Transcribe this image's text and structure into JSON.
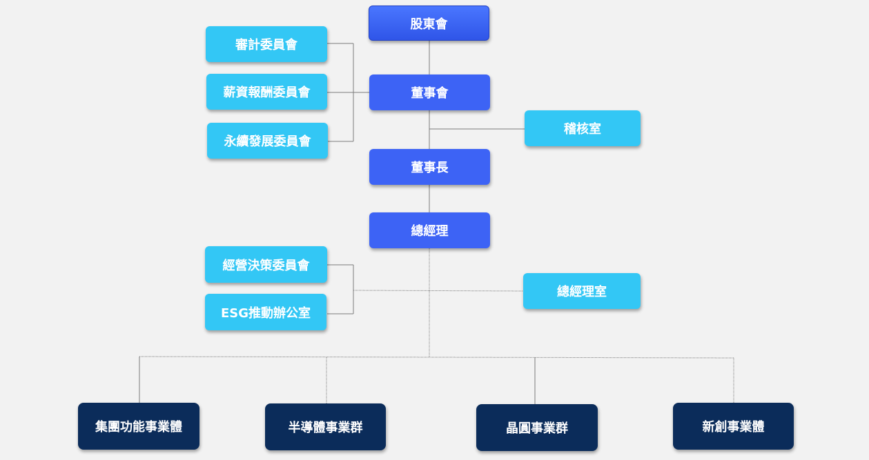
{
  "org_chart": {
    "shareholders": "股東會",
    "board": "董事會",
    "chairman": "董事長",
    "president": "總經理",
    "audit_office": "稽核室",
    "president_office": "總經理室",
    "board_committees": [
      "審計委員會",
      "薪資報酬委員會",
      "永續發展委員會"
    ],
    "management_committees": [
      "經營決策委員會",
      "ESG推動辦公室"
    ],
    "business_units": [
      "集團功能事業體",
      "半導體事業群",
      "晶圓事業群",
      "新創事業體"
    ]
  },
  "colors": {
    "background": "#f2f2f2",
    "primary": "#3d63f5",
    "side": "#33c7f5",
    "business": "#0b2c5a",
    "connector": "#7a7a7a"
  }
}
